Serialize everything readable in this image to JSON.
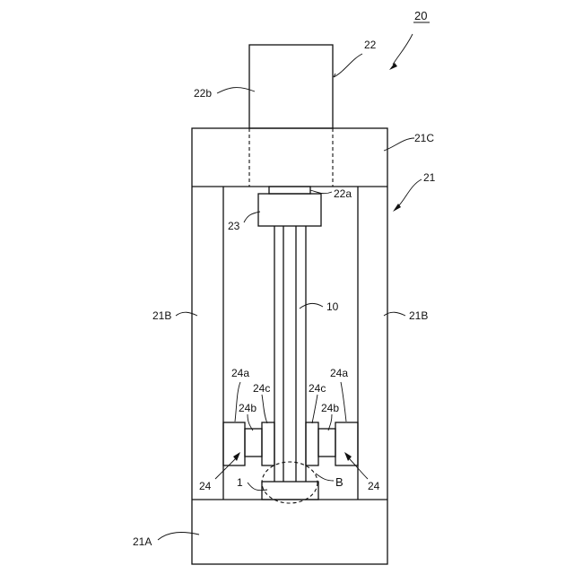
{
  "labels": {
    "fig": "20",
    "l22": "22",
    "l22b": "22b",
    "l21C": "21C",
    "l21": "21",
    "l22a": "22a",
    "l23": "23",
    "l10": "10",
    "l21B_left": "21B",
    "l21B_right": "21B",
    "l24a_left": "24a",
    "l24a_right": "24a",
    "l24c_left": "24c",
    "l24c_right": "24c",
    "l24b_left": "24b",
    "l24b_right": "24b",
    "l24_left": "24",
    "l24_right": "24",
    "l1": "1",
    "lB": "B",
    "l21A": "21A"
  }
}
